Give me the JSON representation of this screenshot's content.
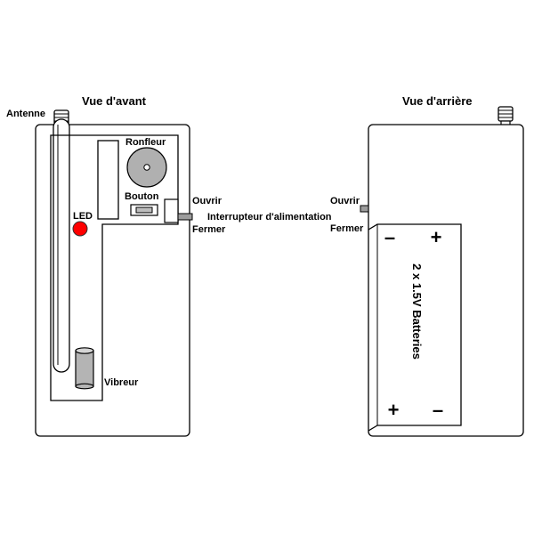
{
  "front": {
    "title": "Vue d'avant",
    "antenna_label": "Antenne",
    "buzzer_label": "Ronfleur",
    "button_label": "Bouton",
    "led_label": "LED",
    "vibrator_label": "Vibreur",
    "open_label": "Ouvrir",
    "close_label": "Fermer",
    "led_color": "#ff0000"
  },
  "power_switch_label": "Interrupteur d'alimentation",
  "back": {
    "title": "Vue d'arrière",
    "open_label": "Ouvrir",
    "close_label": "Fermer",
    "battery_label": "2 x 1.5V Batteries",
    "signs": {
      "top_left": "–",
      "top_right": "+",
      "bottom_left": "+",
      "bottom_right": "–"
    }
  }
}
